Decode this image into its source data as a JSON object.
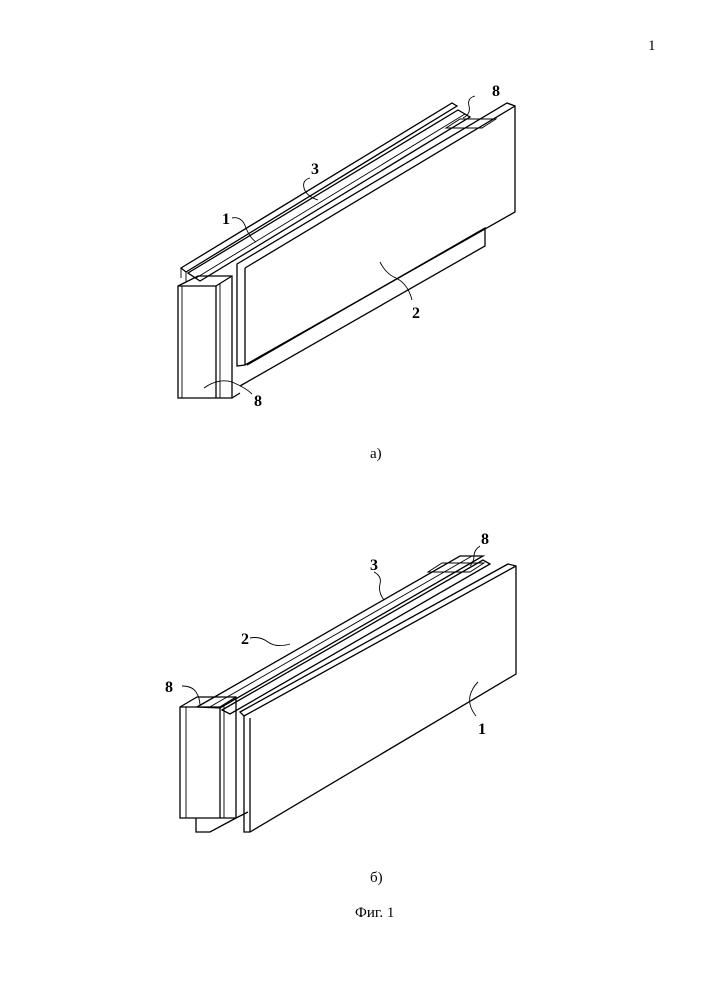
{
  "page": {
    "number": "1"
  },
  "figure_a": {
    "caption": "а)",
    "labels": {
      "l1": "1",
      "l2": "2",
      "l3": "3",
      "l8_top": "8",
      "l8_bottom": "8"
    }
  },
  "figure_b": {
    "caption": "б)",
    "labels": {
      "l1": "1",
      "l2": "2",
      "l3": "3",
      "l8_top": "8",
      "l8_left": "8"
    }
  },
  "figure_caption": "Фиг. 1"
}
